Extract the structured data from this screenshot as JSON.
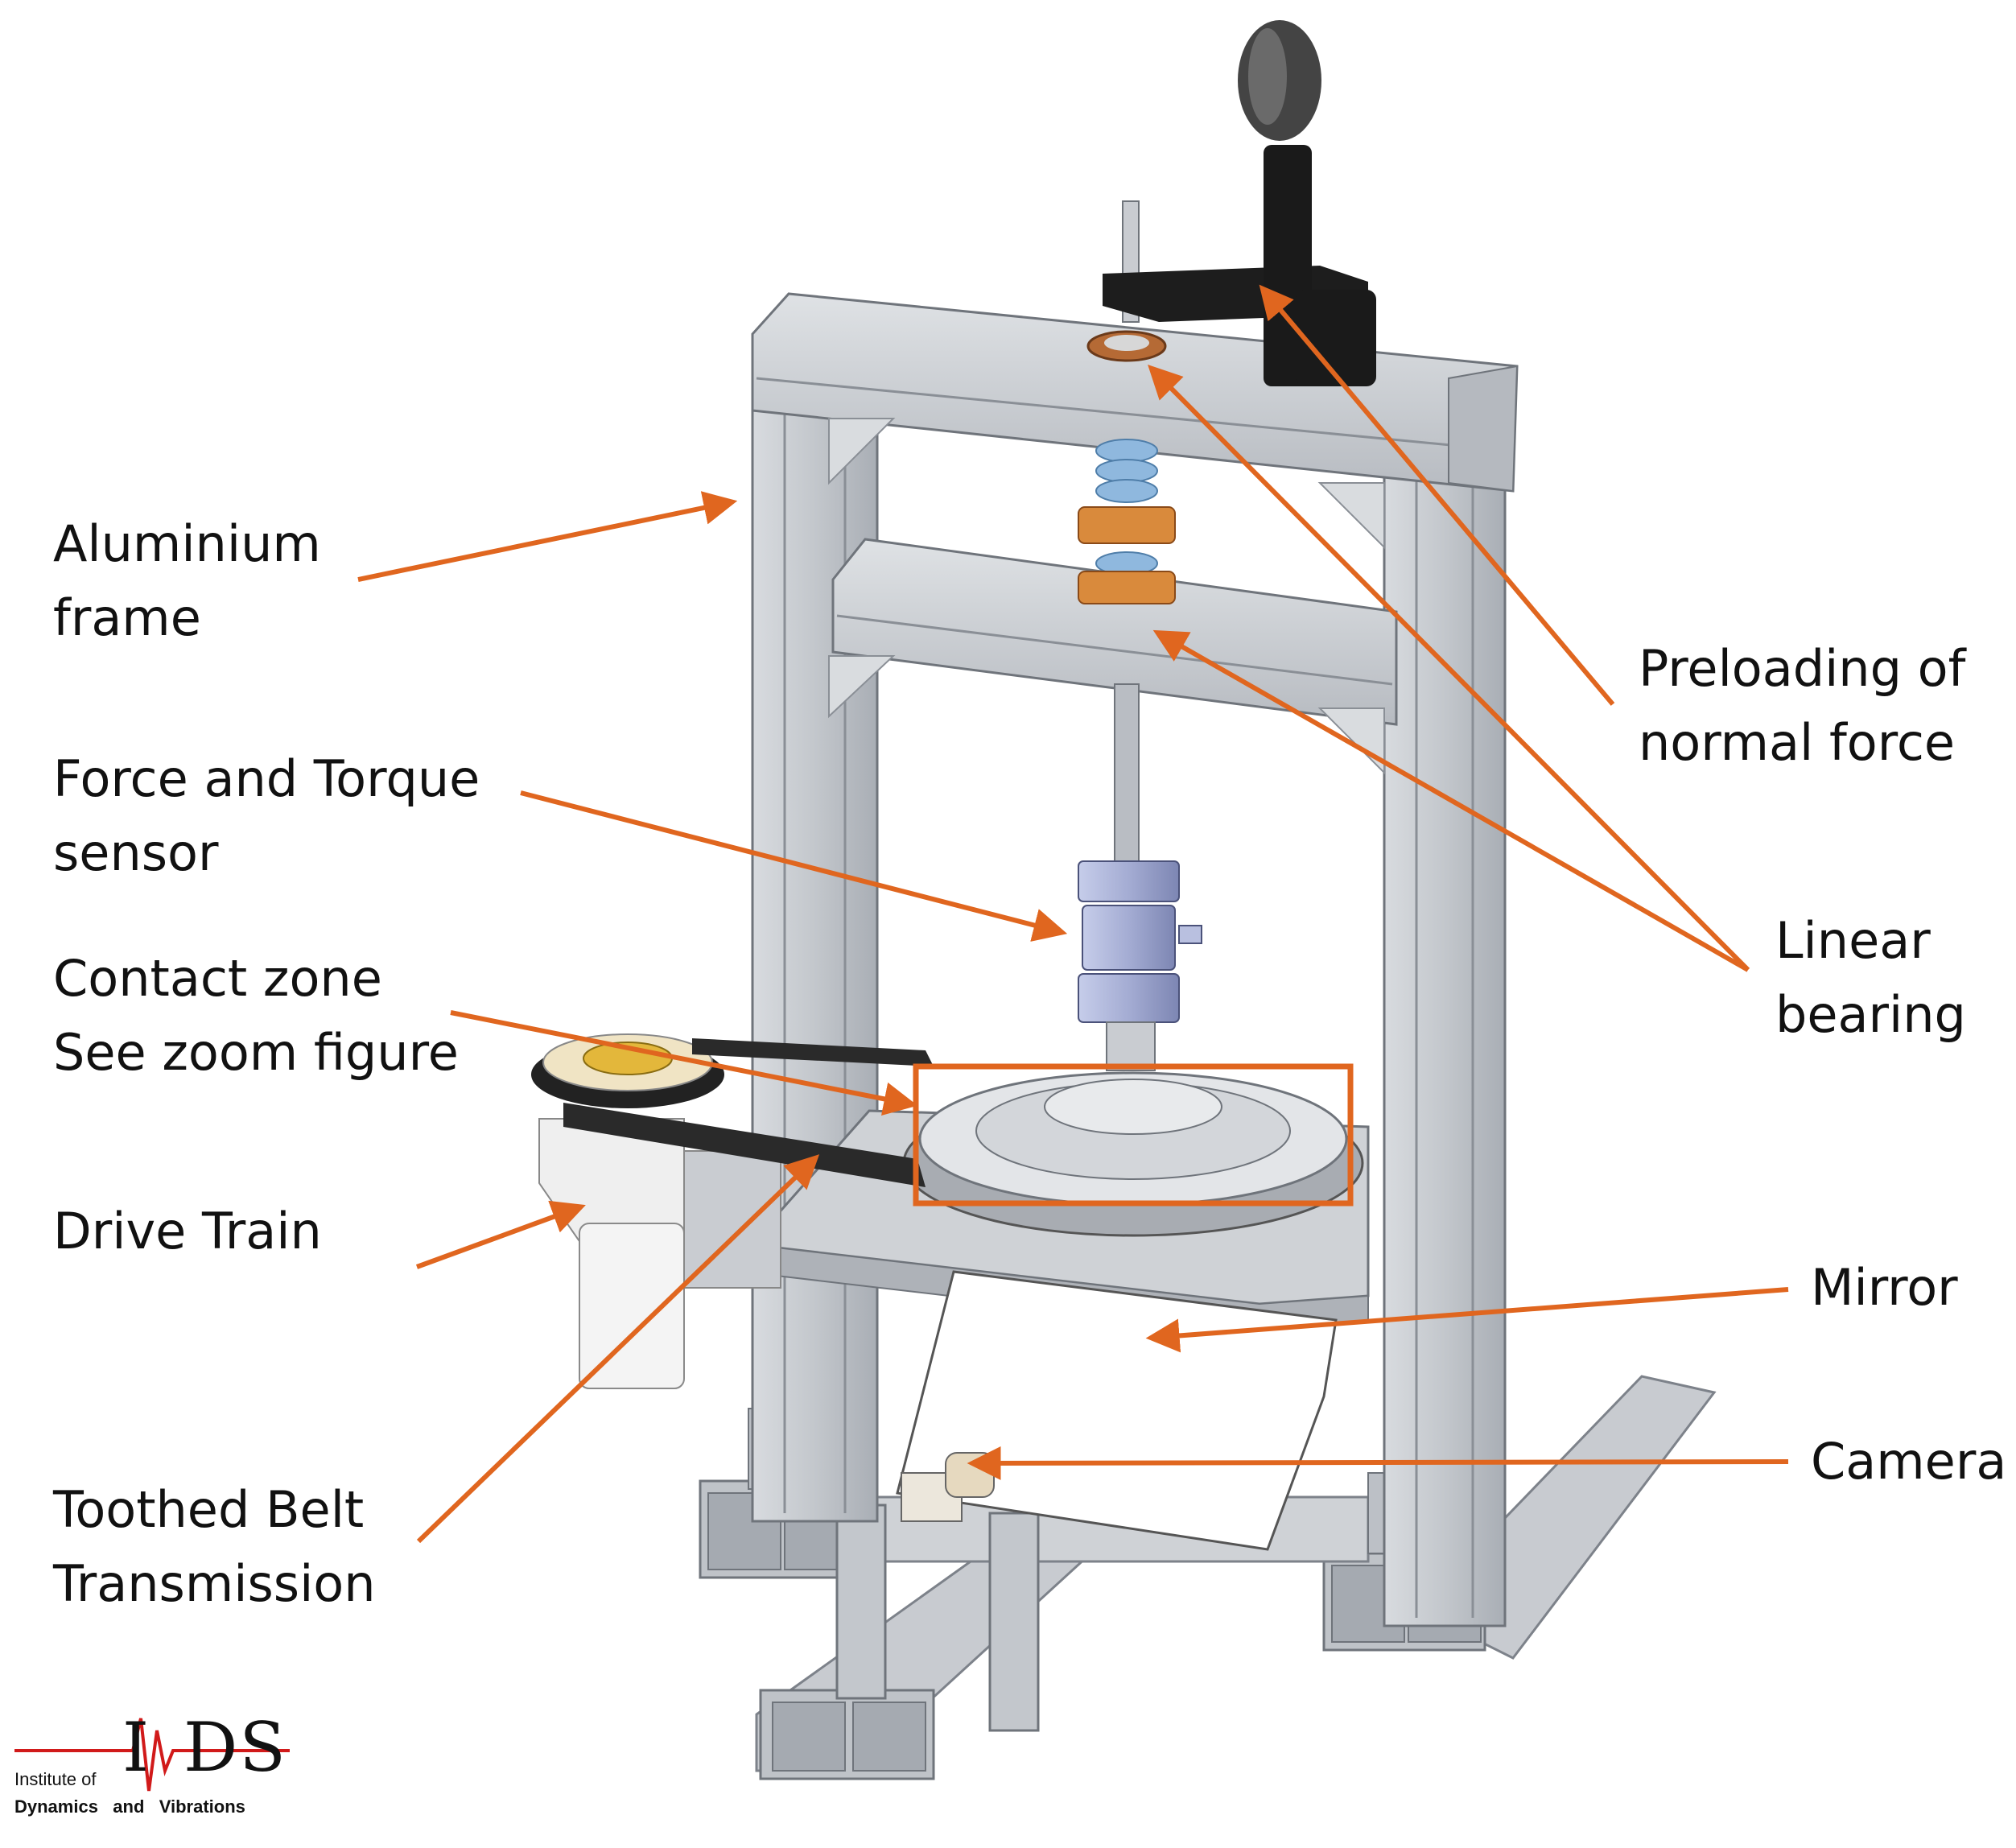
{
  "labels": {
    "aluminium_frame": {
      "line1": "Aluminium",
      "line2": "frame"
    },
    "force_torque_sensor": {
      "line1": "Force and Torque",
      "line2": "sensor"
    },
    "contact_zone": {
      "line1": "Contact zone",
      "line2": "See zoom figure"
    },
    "drive_train": {
      "line1": "Drive Train"
    },
    "toothed_belt": {
      "line1": "Toothed Belt",
      "line2": "Transmission"
    },
    "preloading": {
      "line1": "Preloading of",
      "line2": "normal force"
    },
    "linear_bearing": {
      "line1": "Linear",
      "line2": "bearing"
    },
    "mirror": {
      "line1": "Mirror"
    },
    "camera": {
      "line1": "Camera"
    }
  },
  "logo": {
    "letters_left": "I",
    "letters_right": "DS",
    "line1": "Institute of",
    "line2": "Dynamics   and   Vibrations"
  },
  "colors": {
    "arrow": "#e0661f",
    "frame": "#c9ccd1",
    "frame_dark": "#9ea3aa",
    "sensor": "#a8b1d6",
    "spring": "#8fb8de",
    "nut": "#d98a3c",
    "logo_red": "#d11a1a"
  }
}
